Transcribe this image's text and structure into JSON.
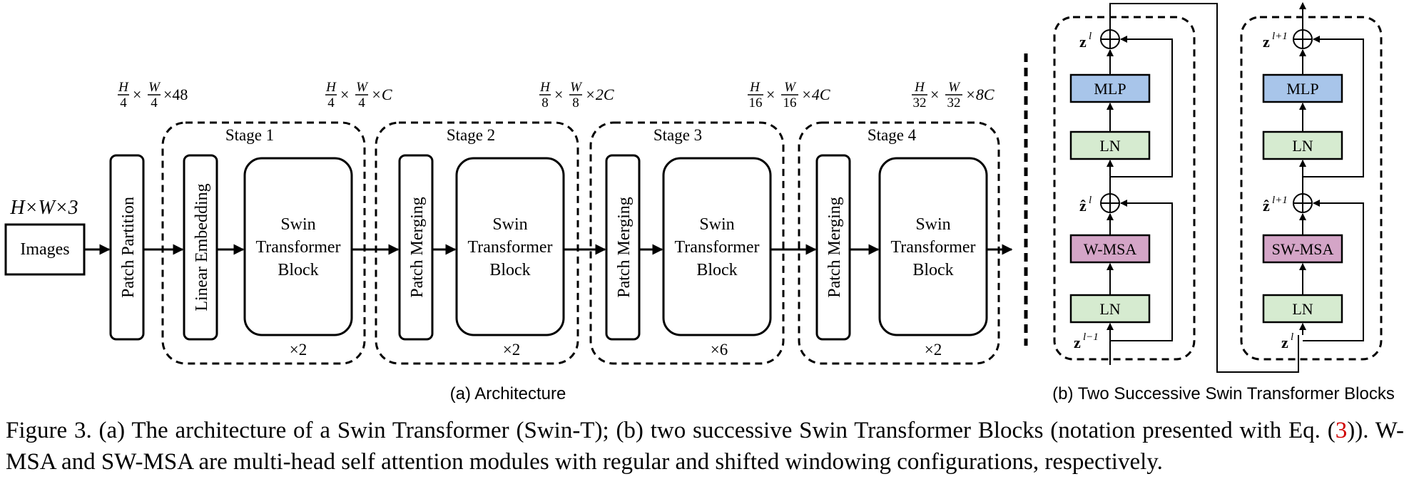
{
  "architecture": {
    "input_label": "H×W×3",
    "images_label": "Images",
    "patch_partition_label": "Patch Partition",
    "linear_embedding_label": "Linear Embedding",
    "patch_merging_label": "Patch Merging",
    "swin_block_lines": [
      "Swin",
      "Transformer",
      "Block"
    ],
    "stages": [
      {
        "title": "Stage 1",
        "repeat": "×2"
      },
      {
        "title": "Stage 2",
        "repeat": "×2"
      },
      {
        "title": "Stage 3",
        "repeat": "×6"
      },
      {
        "title": "Stage 4",
        "repeat": "×2"
      }
    ],
    "dims": [
      {
        "h": "H",
        "hd": "4",
        "w": "W",
        "wd": "4",
        "tail": "×48"
      },
      {
        "h": "H",
        "hd": "4",
        "w": "W",
        "wd": "4",
        "tail": "×C"
      },
      {
        "h": "H",
        "hd": "8",
        "w": "W",
        "wd": "8",
        "tail": "×2C"
      },
      {
        "h": "H",
        "hd": "16",
        "w": "W",
        "wd": "16",
        "tail": "×4C"
      },
      {
        "h": "H",
        "hd": "32",
        "w": "W",
        "wd": "32",
        "tail": "×8C"
      }
    ],
    "times": "×",
    "subcaption": "(a) Architecture"
  },
  "blocks": {
    "subcaption": "(b) Two Successive Swin Transformer Blocks",
    "block1": {
      "mlp": "MLP",
      "ln": "LN",
      "attn": "W-MSA",
      "out_sup": "l",
      "mid_sup": "l",
      "in_sup": "l−1"
    },
    "block2": {
      "mlp": "MLP",
      "ln": "LN",
      "attn": "SW-MSA",
      "out_sup": "l+1",
      "mid_sup": "l+1",
      "in_sup": "l"
    },
    "var_z": "z",
    "var_zhat": "ẑ",
    "colors": {
      "mlp": "#a8c5ea",
      "ln": "#d6ebd0",
      "wmsa": "#d4a5c7",
      "swmsa": "#d4a5c7"
    }
  },
  "caption": {
    "part1": "Figure 3. (a) The architecture of a Swin Transformer (Swin-T); (b) two successive Swin Transformer Blocks (notation presented with Eq. (",
    "ref": "3",
    "part2": ")). W-MSA and SW-MSA are multi-head self attention modules with regular and shifted windowing configurations, respectively."
  }
}
